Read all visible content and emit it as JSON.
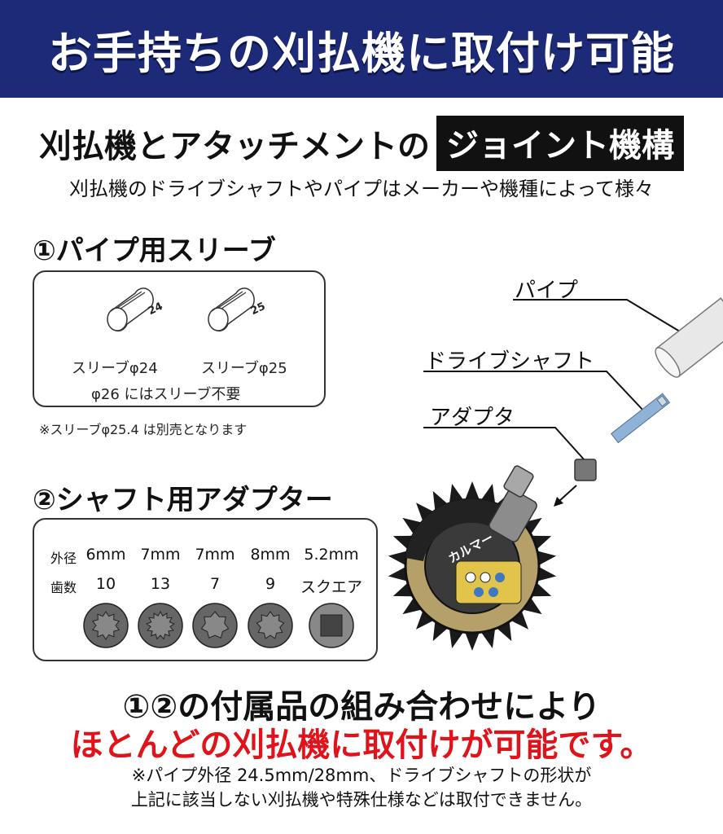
{
  "banner": {
    "title": "お手持ちの刈払機に取付け可能"
  },
  "heading": {
    "plain": "刈払機とアタッチメントの",
    "boxed": "ジョイント機構"
  },
  "subheading": "刈払機のドライブシャフトやパイプはメーカーや機種によって様々",
  "sleeve": {
    "title": "①パイプ用スリーブ",
    "items": [
      {
        "label": "スリーブφ24",
        "mark": "24"
      },
      {
        "label": "スリーブφ25",
        "mark": "25"
      }
    ],
    "no_sleeve": "φ26 にはスリーブ不要",
    "note": "※スリーブφ25.4 は別売となります"
  },
  "adapter": {
    "title": "②シャフト用アダプター",
    "row_labels": {
      "outer": "外径",
      "teeth": "歯数"
    },
    "items": [
      {
        "outer": "6mm",
        "teeth": "10"
      },
      {
        "outer": "7mm",
        "teeth": "13"
      },
      {
        "outer": "7mm",
        "teeth": "7"
      },
      {
        "outer": "8mm",
        "teeth": "9"
      },
      {
        "outer": "5.2mm",
        "teeth": "スクエア"
      }
    ]
  },
  "diagram": {
    "labels": {
      "pipe": "パイプ",
      "shaft": "ドライブシャフト",
      "adapter": "アダプタ"
    },
    "product_logo": "カルマー"
  },
  "summary": {
    "line1": "①②の付属品の組み合わせにより",
    "line2": "ほとんどの刈払機に取付けが可能です。"
  },
  "notes": {
    "line1": "※パイプ外径 24.5mm/28mm、ドライブシャフトの形状が",
    "line2": "上記に該当しない刈払機や特殊仕様などは取付できません。"
  },
  "colors": {
    "banner": "#1d2a78",
    "accent_red": "#e0131b"
  }
}
